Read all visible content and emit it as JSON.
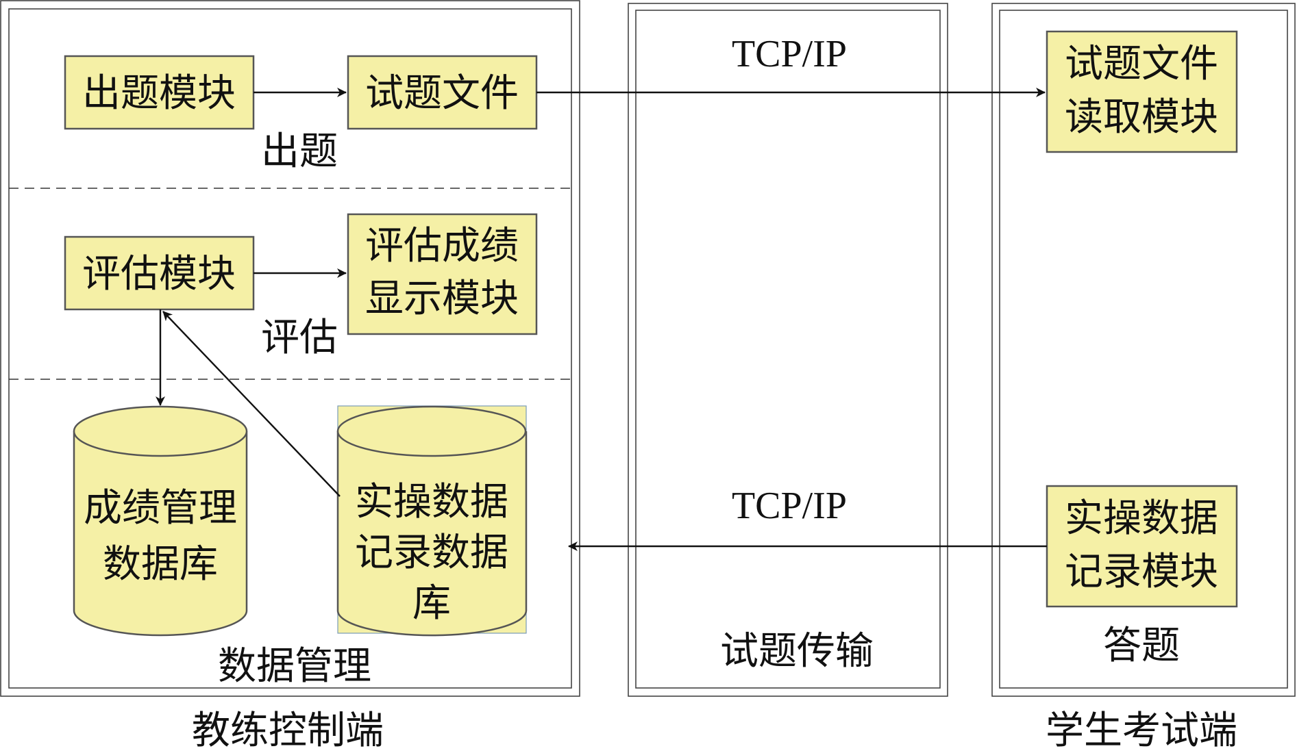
{
  "colors": {
    "box_fill": "#f5f0a6",
    "box_stroke": "#555555",
    "line": "#111111"
  },
  "panels": {
    "coach": {
      "title": "教练控制端"
    },
    "transfer": {
      "title": "试题传输"
    },
    "student": {
      "title": "学生考试端",
      "inner_label": "答题"
    }
  },
  "coach": {
    "question_module": "出题模块",
    "question_file": "试题文件",
    "question_label": "出题",
    "eval_module": "评估模块",
    "eval_display": [
      "评估成绩",
      "显示模块"
    ],
    "eval_label": "评估",
    "score_db": [
      "成绩管理",
      "数据库"
    ],
    "ops_db": [
      "实操数据",
      "记录数据",
      "库"
    ],
    "data_label": "数据管理"
  },
  "transfer": {
    "protocol_top": "TCP/IP",
    "protocol_bottom": "TCP/IP"
  },
  "student": {
    "file_reader": [
      "试题文件",
      "读取模块"
    ],
    "ops_recorder": [
      "实操数据",
      "记录模块"
    ]
  }
}
